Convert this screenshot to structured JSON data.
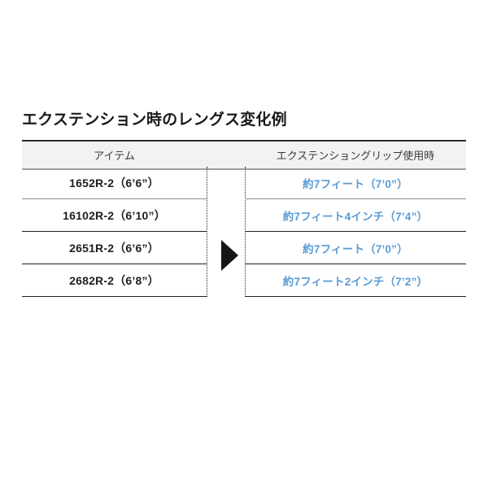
{
  "page": {
    "background_color": "#ffffff",
    "title": "エクステンション時のレングス変化例"
  },
  "table": {
    "columns": [
      {
        "key": "item",
        "label": "アイテム"
      },
      {
        "key": "spacer",
        "label": ""
      },
      {
        "key": "extension",
        "label": "エクステンショングリップ使用時"
      }
    ],
    "rows": [
      {
        "item": "1652R-2（6’6”）",
        "extension": "約7フィート（7’0”）"
      },
      {
        "item": "16102R-2（6’10”）",
        "extension": "約7フィート4インチ（7’4”）"
      },
      {
        "item": "2651R-2（6’6”）",
        "extension": "約7フィート（7’0”）"
      },
      {
        "item": "2682R-2（6’8”）",
        "extension": "約7フィート2インチ（7’2”）"
      }
    ],
    "arrow_icon": "arrow-right-triangle-icon",
    "colors": {
      "header_background": "#f2f2f2",
      "header_text": "#3a3a3a",
      "item_text": "#1f1f1f",
      "extension_text": "#5a9bd4",
      "border_dark": "#1f1f1f",
      "border_light": "#8c8c8c",
      "dotted_rail": "#2b2b2b",
      "arrow": "#161616"
    }
  }
}
